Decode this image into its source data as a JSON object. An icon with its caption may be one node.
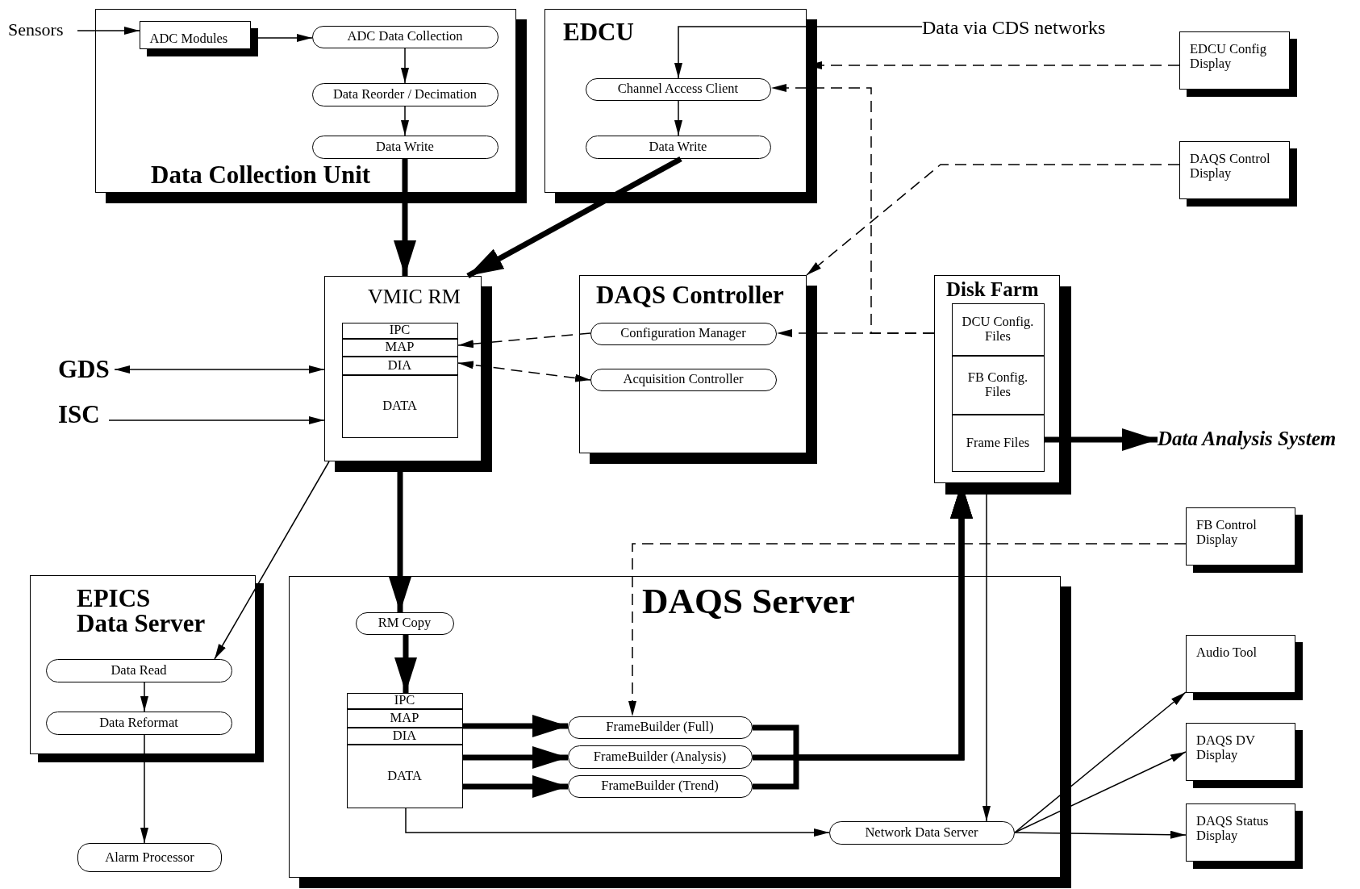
{
  "diagram": {
    "nodes": [
      {
        "text": [
          "Sensors"
        ]
      },
      {
        "text": [
          "Data Collection Unit"
        ]
      },
      {
        "text": [
          "ADC Modules"
        ],
        "in": 1
      },
      {
        "text": [
          "ADC Data Collection"
        ],
        "in": 1
      },
      {
        "text": [
          "Data Reorder / Decimation"
        ],
        "in": 1
      },
      {
        "text": [
          "Data Write"
        ],
        "in": 1
      },
      {
        "text": [
          "EDCU"
        ]
      },
      {
        "text": [
          "Channel Access Client"
        ],
        "in": 6
      },
      {
        "text": [
          "Data Write"
        ],
        "in": 6
      },
      {
        "text": [
          "Data via CDS networks"
        ]
      },
      {
        "text": [
          "EDCU Config Display"
        ]
      },
      {
        "text": [
          "DAQS Control Display"
        ]
      },
      {
        "text": [
          "VMIC RM"
        ]
      },
      {
        "text": [
          "IPC"
        ],
        "in": 12
      },
      {
        "text": [
          "MAP"
        ],
        "in": 12
      },
      {
        "text": [
          "DIA"
        ],
        "in": 12
      },
      {
        "text": [
          "DATA"
        ],
        "in": 12
      },
      {
        "text": [
          "DAQS Controller"
        ]
      },
      {
        "text": [
          "Configuration Manager"
        ],
        "in": 17
      },
      {
        "text": [
          "Acquisition Controller"
        ],
        "in": 17
      },
      {
        "text": [
          "Disk Farm"
        ]
      },
      {
        "text": [
          "DCU Config. Files"
        ],
        "in": 20
      },
      {
        "text": [
          "FB Config. Files"
        ],
        "in": 20
      },
      {
        "text": [
          "Frame Files"
        ],
        "in": 20
      },
      {
        "text": [
          "Data Analysis System"
        ]
      },
      {
        "text": [
          "GDS"
        ]
      },
      {
        "text": [
          "ISC"
        ]
      },
      {
        "text": [
          "FB Control Display"
        ]
      },
      {
        "text": [
          "EPICS Data Server"
        ]
      },
      {
        "text": [
          "Data Read"
        ],
        "in": 28
      },
      {
        "text": [
          "Data Reformat"
        ],
        "in": 28
      },
      {
        "text": [
          "Alarm Processor"
        ]
      },
      {
        "text": [
          "DAQS Server"
        ]
      },
      {
        "text": [
          "RM Copy"
        ],
        "in": 32
      },
      {
        "text": [
          "IPC"
        ],
        "in": 32
      },
      {
        "text": [
          "MAP"
        ],
        "in": 32
      },
      {
        "text": [
          "DIA"
        ],
        "in": 32
      },
      {
        "text": [
          "DATA"
        ],
        "in": 32
      },
      {
        "text": [
          "FrameBuilder (Full)"
        ],
        "in": 32
      },
      {
        "text": [
          "FrameBuilder (Analysis)"
        ],
        "in": 32
      },
      {
        "text": [
          "FrameBuilder (Trend)"
        ],
        "in": 32
      },
      {
        "text": [
          "Network Data Server"
        ],
        "in": 32
      },
      {
        "text": [
          "Audio Tool"
        ]
      },
      {
        "text": [
          "DAQS DV Display"
        ]
      },
      {
        "text": [
          "DAQS Status Display"
        ]
      }
    ],
    "edges": [
      {
        "from": 0,
        "to": 2,
        "arrow": "to"
      },
      {
        "from": 2,
        "to": 3,
        "arrow": "to"
      },
      {
        "from": 3,
        "to": 4,
        "arrow": "to"
      },
      {
        "from": 4,
        "to": 5,
        "arrow": "to"
      },
      {
        "from": 5,
        "to": 12,
        "arrow": "to",
        "style": "thick"
      },
      {
        "from": 8,
        "to": 12,
        "arrow": "to",
        "style": "thick"
      },
      {
        "from": 9,
        "to": 7,
        "arrow": "to"
      },
      {
        "from": 7,
        "to": 8,
        "arrow": "to"
      },
      {
        "from": 10,
        "to": 6,
        "arrow": "to",
        "style": "dashed"
      },
      {
        "from": 20,
        "to": 7,
        "arrow": "to",
        "style": "dashed"
      },
      {
        "from": 20,
        "to": 18,
        "arrow": "to",
        "style": "dashed"
      },
      {
        "from": 11,
        "to": 17,
        "arrow": "to",
        "style": "dashed"
      },
      {
        "from": 18,
        "to": 14,
        "arrow": "to",
        "style": "dashed"
      },
      {
        "from": 15,
        "to": 19,
        "arrow": "both",
        "style": "dashed"
      },
      {
        "from": 25,
        "to": 12,
        "arrow": "both"
      },
      {
        "from": 26,
        "to": 12,
        "arrow": "to"
      },
      {
        "from": 12,
        "to": 29,
        "arrow": "to"
      },
      {
        "from": 12,
        "to": 33,
        "arrow": "to",
        "style": "thick"
      },
      {
        "from": 29,
        "to": 30,
        "arrow": "to"
      },
      {
        "from": 30,
        "to": 31,
        "arrow": "to"
      },
      {
        "from": 33,
        "to": 34,
        "arrow": "to",
        "style": "thick"
      },
      {
        "from": 35,
        "to": 38,
        "arrow": "to",
        "style": "thick"
      },
      {
        "from": 37,
        "to": 39,
        "arrow": "to",
        "style": "thick"
      },
      {
        "from": 37,
        "to": 40,
        "arrow": "to",
        "style": "thick"
      },
      {
        "from": 38,
        "to": 20,
        "arrow": "to",
        "style": "thick"
      },
      {
        "from": 39,
        "to": 20,
        "arrow": "to",
        "style": "thick"
      },
      {
        "from": 40,
        "to": 20,
        "arrow": "to",
        "style": "thick"
      },
      {
        "from": 20,
        "to": 41,
        "arrow": "to"
      },
      {
        "from": 27,
        "to": 38,
        "arrow": "to",
        "style": "dashed"
      },
      {
        "from": 37,
        "to": 41,
        "arrow": "to"
      },
      {
        "from": 41,
        "to": 42,
        "arrow": "to"
      },
      {
        "from": 41,
        "to": 43,
        "arrow": "to"
      },
      {
        "from": 41,
        "to": 44,
        "arrow": "to"
      },
      {
        "from": 23,
        "to": 24,
        "arrow": "to",
        "style": "thick"
      }
    ]
  }
}
